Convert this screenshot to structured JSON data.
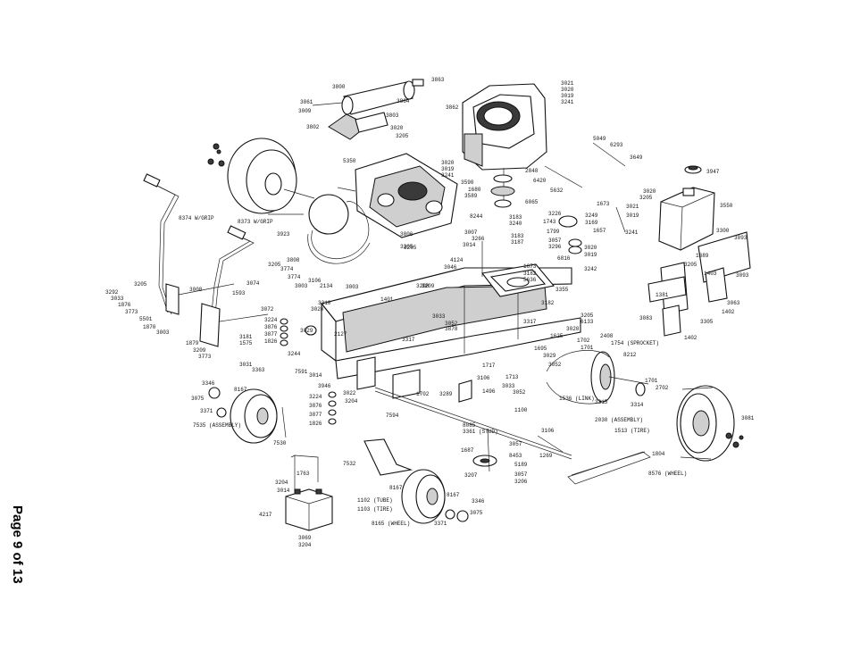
{
  "page": {
    "number_label": "Page 9 of 13"
  },
  "part_labels": [
    {
      "id": "l3800",
      "text": "3800"
    },
    {
      "id": "l3863",
      "text": "3863"
    },
    {
      "id": "l3861",
      "text": "3861"
    },
    {
      "id": "l3009",
      "text": "3009"
    },
    {
      "id": "l3803",
      "text": "3803"
    },
    {
      "id": "l3864",
      "text": "3864"
    },
    {
      "id": "l3802",
      "text": "3802"
    },
    {
      "id": "l3020a",
      "text": "3020"
    },
    {
      "id": "l3205a",
      "text": "3205"
    },
    {
      "id": "l3862",
      "text": "3862"
    },
    {
      "id": "l3021",
      "text": "3021"
    },
    {
      "id": "l3020b",
      "text": "3020"
    },
    {
      "id": "l3019a",
      "text": "3019"
    },
    {
      "id": "l3241a",
      "text": "3241"
    },
    {
      "id": "l5049",
      "text": "5049"
    },
    {
      "id": "l6293",
      "text": "6293"
    },
    {
      "id": "l3649",
      "text": "3649"
    },
    {
      "id": "l3947",
      "text": "3947"
    },
    {
      "id": "l5350",
      "text": "5350"
    },
    {
      "id": "l3020c",
      "text": "3020"
    },
    {
      "id": "l3019b",
      "text": "3019"
    },
    {
      "id": "l3241b",
      "text": "3241"
    },
    {
      "id": "l2848",
      "text": "2848"
    },
    {
      "id": "l3590",
      "text": "3590"
    },
    {
      "id": "l6420",
      "text": "6420"
    },
    {
      "id": "l1680",
      "text": "1680"
    },
    {
      "id": "l3589",
      "text": "3589"
    },
    {
      "id": "l6065",
      "text": "6065"
    },
    {
      "id": "l5632",
      "text": "5632"
    },
    {
      "id": "l3020d",
      "text": "3020"
    },
    {
      "id": "l3205b",
      "text": "3205"
    },
    {
      "id": "l3550",
      "text": "3550"
    },
    {
      "id": "l8374",
      "text": "8374 W/GRIP"
    },
    {
      "id": "l8373",
      "text": "8373 W/GRIP"
    },
    {
      "id": "l3923",
      "text": "3923"
    },
    {
      "id": "l8244",
      "text": "8244"
    },
    {
      "id": "l3183a",
      "text": "3183"
    },
    {
      "id": "l3240",
      "text": "3240"
    },
    {
      "id": "l3226",
      "text": "3226"
    },
    {
      "id": "l3249",
      "text": "3249"
    },
    {
      "id": "l1673a",
      "text": "1673"
    },
    {
      "id": "l3021b",
      "text": "3021"
    },
    {
      "id": "l3019c",
      "text": "3019"
    },
    {
      "id": "l1743",
      "text": "1743"
    },
    {
      "id": "l3169",
      "text": "3169"
    },
    {
      "id": "l3241c",
      "text": "3241"
    },
    {
      "id": "l1799",
      "text": "1799"
    },
    {
      "id": "l1657",
      "text": "1657"
    },
    {
      "id": "l3057a",
      "text": "3057"
    },
    {
      "id": "l3296",
      "text": "3296"
    },
    {
      "id": "l3020e",
      "text": "3020"
    },
    {
      "id": "l3019d",
      "text": "3019"
    },
    {
      "id": "l6816",
      "text": "6816"
    },
    {
      "id": "l3242",
      "text": "3242"
    },
    {
      "id": "l3806",
      "text": "3806"
    },
    {
      "id": "l3007",
      "text": "3007"
    },
    {
      "id": "l3266",
      "text": "3266"
    },
    {
      "id": "l3014",
      "text": "3014"
    },
    {
      "id": "l3183b",
      "text": "3183"
    },
    {
      "id": "l3187",
      "text": "3187"
    },
    {
      "id": "l3205c",
      "text": "3205"
    },
    {
      "id": "l4124",
      "text": "4124"
    },
    {
      "id": "l3046",
      "text": "3046"
    },
    {
      "id": "l1673b",
      "text": "1673"
    },
    {
      "id": "l3182a",
      "text": "3182"
    },
    {
      "id": "l5636",
      "text": "5636"
    },
    {
      "id": "l3355",
      "text": "3355"
    },
    {
      "id": "l3182b",
      "text": "3182"
    },
    {
      "id": "l3300",
      "text": "3300"
    },
    {
      "id": "l3093",
      "text": "3093"
    },
    {
      "id": "l1389",
      "text": "1389"
    },
    {
      "id": "l3205d",
      "text": "3205"
    },
    {
      "id": "l3093b",
      "text": "3093"
    },
    {
      "id": "l1403",
      "text": "1403"
    },
    {
      "id": "l1381",
      "text": "1381"
    },
    {
      "id": "l3063",
      "text": "3063"
    },
    {
      "id": "l1402",
      "text": "1402"
    },
    {
      "id": "l3083",
      "text": "3083"
    },
    {
      "id": "l3305",
      "text": "3305"
    },
    {
      "id": "l1402b",
      "text": "1402"
    },
    {
      "id": "l3205e",
      "text": "3205"
    },
    {
      "id": "l3808",
      "text": "3808"
    },
    {
      "id": "l3205f",
      "text": "3205"
    },
    {
      "id": "l3774a",
      "text": "3774"
    },
    {
      "id": "l3106a",
      "text": "3106"
    },
    {
      "id": "l3074",
      "text": "3074"
    },
    {
      "id": "l3774b",
      "text": "3774"
    },
    {
      "id": "l3003a",
      "text": "3003"
    },
    {
      "id": "l2134",
      "text": "2134"
    },
    {
      "id": "l3003b",
      "text": "3003"
    },
    {
      "id": "l1401",
      "text": "1401"
    },
    {
      "id": "l3208",
      "text": "3208"
    },
    {
      "id": "l1593",
      "text": "1593"
    },
    {
      "id": "l3292",
      "text": "3292"
    },
    {
      "id": "l3205g",
      "text": "3205"
    },
    {
      "id": "l3033a",
      "text": "3033"
    },
    {
      "id": "l1876",
      "text": "1876"
    },
    {
      "id": "l3008",
      "text": "3008"
    },
    {
      "id": "l3773",
      "text": "3773"
    },
    {
      "id": "l5501",
      "text": "5501"
    },
    {
      "id": "l1870",
      "text": "1870"
    },
    {
      "id": "l3003c",
      "text": "3003"
    },
    {
      "id": "l3072",
      "text": "3072"
    },
    {
      "id": "l3310",
      "text": "3310"
    },
    {
      "id": "l3020f",
      "text": "3020"
    },
    {
      "id": "l3224a",
      "text": "3224"
    },
    {
      "id": "l3876a",
      "text": "3876"
    },
    {
      "id": "l3877a",
      "text": "3877"
    },
    {
      "id": "l1826a",
      "text": "1826"
    },
    {
      "id": "l3029",
      "text": "3029"
    },
    {
      "id": "l2127",
      "text": "2127"
    },
    {
      "id": "l3317",
      "text": "3317"
    },
    {
      "id": "l3209",
      "text": "3209"
    },
    {
      "id": "l3033b",
      "text": "3033"
    },
    {
      "id": "l3052a",
      "text": "3052"
    },
    {
      "id": "l3317b",
      "text": "3317"
    },
    {
      "id": "l3205h",
      "text": "3205"
    },
    {
      "id": "l6133",
      "text": "6133"
    },
    {
      "id": "l3020g",
      "text": "3020"
    },
    {
      "id": "l3878",
      "text": "3878"
    },
    {
      "id": "l1625",
      "text": "1625"
    },
    {
      "id": "l1702",
      "text": "1702"
    },
    {
      "id": "l1701",
      "text": "1701"
    },
    {
      "id": "l2408",
      "text": "2408"
    },
    {
      "id": "l1754",
      "text": "1754 (SPROCKET)"
    },
    {
      "id": "l8212",
      "text": "8212"
    },
    {
      "id": "l1695",
      "text": "1695"
    },
    {
      "id": "l3029b",
      "text": "3029"
    },
    {
      "id": "l1717",
      "text": "1717"
    },
    {
      "id": "l3052b",
      "text": "3052"
    },
    {
      "id": "l1713",
      "text": "1713"
    },
    {
      "id": "l3033c",
      "text": "3033"
    },
    {
      "id": "l3052c",
      "text": "3052"
    },
    {
      "id": "l3181",
      "text": "3181"
    },
    {
      "id": "l1575",
      "text": "1575"
    },
    {
      "id": "l1879",
      "text": "1879"
    },
    {
      "id": "l3209b",
      "text": "3209"
    },
    {
      "id": "l3773b",
      "text": "3773"
    },
    {
      "id": "l3031",
      "text": "3031"
    },
    {
      "id": "l3363",
      "text": "3363"
    },
    {
      "id": "l3244",
      "text": "3244"
    },
    {
      "id": "l7591",
      "text": "7591"
    },
    {
      "id": "l3014b",
      "text": "3014"
    },
    {
      "id": "l3346a",
      "text": "3346"
    },
    {
      "id": "l8167a",
      "text": "8167"
    },
    {
      "id": "l3075a",
      "text": "3075"
    },
    {
      "id": "l3371a",
      "text": "3371"
    },
    {
      "id": "l7535",
      "text": "7535 (ASSEMBLY)"
    },
    {
      "id": "l3946",
      "text": "3946"
    },
    {
      "id": "l3224b",
      "text": "3224"
    },
    {
      "id": "l3876b",
      "text": "3876"
    },
    {
      "id": "l3877b",
      "text": "3877"
    },
    {
      "id": "l1826b",
      "text": "1826"
    },
    {
      "id": "l3022",
      "text": "3022"
    },
    {
      "id": "l3204a",
      "text": "3204"
    },
    {
      "id": "l7530",
      "text": "7530"
    },
    {
      "id": "l7594",
      "text": "7594"
    },
    {
      "id": "l1702b",
      "text": "1702"
    },
    {
      "id": "l3289",
      "text": "3289"
    },
    {
      "id": "l1496",
      "text": "1496"
    },
    {
      "id": "l3106b",
      "text": "3106"
    },
    {
      "id": "l1100",
      "text": "1100"
    },
    {
      "id": "l1536",
      "text": "1536 (LINK)"
    },
    {
      "id": "l3315",
      "text": "3315"
    },
    {
      "id": "l3314",
      "text": "3314"
    },
    {
      "id": "l1701b",
      "text": "1701"
    },
    {
      "id": "l2702",
      "text": "2702"
    },
    {
      "id": "l2030",
      "text": "2030 (ASSEMBLY)"
    },
    {
      "id": "l1513",
      "text": "1513 (TIRE)"
    },
    {
      "id": "l3081",
      "text": "3081"
    },
    {
      "id": "l1804",
      "text": "1804"
    },
    {
      "id": "l8576",
      "text": "8576 (WHEEL)"
    },
    {
      "id": "l8085",
      "text": "8085"
    },
    {
      "id": "l3361",
      "text": "3361 (STUD)"
    },
    {
      "id": "l3106c",
      "text": "3106"
    },
    {
      "id": "l1269",
      "text": "1269"
    },
    {
      "id": "l3057b",
      "text": "3057"
    },
    {
      "id": "l1687",
      "text": "1687"
    },
    {
      "id": "l8453",
      "text": "8453"
    },
    {
      "id": "l5189",
      "text": "5189"
    },
    {
      "id": "l3057c",
      "text": "3057"
    },
    {
      "id": "l3206",
      "text": "3206"
    },
    {
      "id": "l3207",
      "text": "3207"
    },
    {
      "id": "l7532",
      "text": "7532"
    },
    {
      "id": "l1763",
      "text": "1763"
    },
    {
      "id": "l3204b",
      "text": "3204"
    },
    {
      "id": "l3014c",
      "text": "3014"
    },
    {
      "id": "l4217",
      "text": "4217"
    },
    {
      "id": "l8167b",
      "text": "8167"
    },
    {
      "id": "l8167c",
      "text": "8167"
    },
    {
      "id": "l1102",
      "text": "1102 (TUBE)"
    },
    {
      "id": "l1103",
      "text": "1103 (TIRE)"
    },
    {
      "id": "l3346b",
      "text": "3346"
    },
    {
      "id": "l3075b",
      "text": "3075"
    },
    {
      "id": "l8165",
      "text": "8165 (WHEEL)"
    },
    {
      "id": "l3371b",
      "text": "3371"
    },
    {
      "id": "l3069",
      "text": "3069"
    },
    {
      "id": "l3204c",
      "text": "3204"
    }
  ]
}
